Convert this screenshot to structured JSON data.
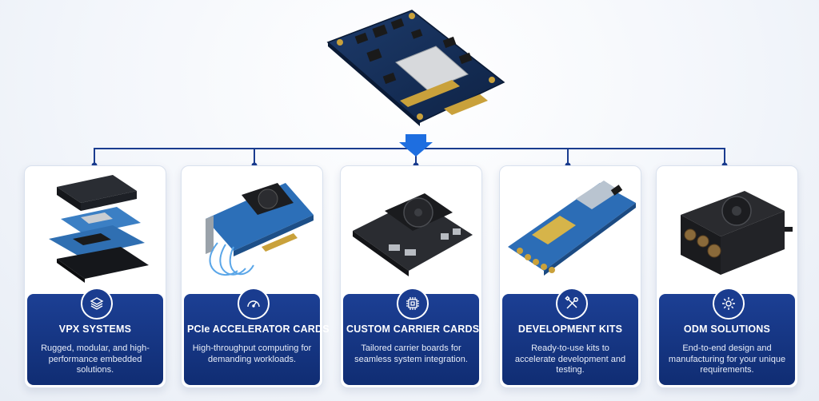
{
  "hero": {
    "name": "embedded-module-board"
  },
  "colors": {
    "navy": "#1a3c8f",
    "accent_blue": "#1e6ee0",
    "card_border": "#d9e1ee"
  },
  "cards": [
    {
      "title": "VPX SYSTEMS",
      "icon": "layers-icon",
      "description": "Rugged, modular, and high-performance embedded solutions."
    },
    {
      "title": "PCIe ACCELERATOR CARDS",
      "icon": "speedometer-icon",
      "description": "High-throughput computing for demanding workloads."
    },
    {
      "title": "CUSTOM CARRIER CARDS",
      "icon": "chip-icon",
      "description": "Tailored carrier boards for seamless system integration."
    },
    {
      "title": "DEVELOPMENT KITS",
      "icon": "tools-icon",
      "description": "Ready-to-use kits to accelerate development and testing."
    },
    {
      "title": "ODM SOLUTIONS",
      "icon": "gear-icon",
      "description": "End-to-end design and manufacturing for your unique requirements."
    }
  ]
}
